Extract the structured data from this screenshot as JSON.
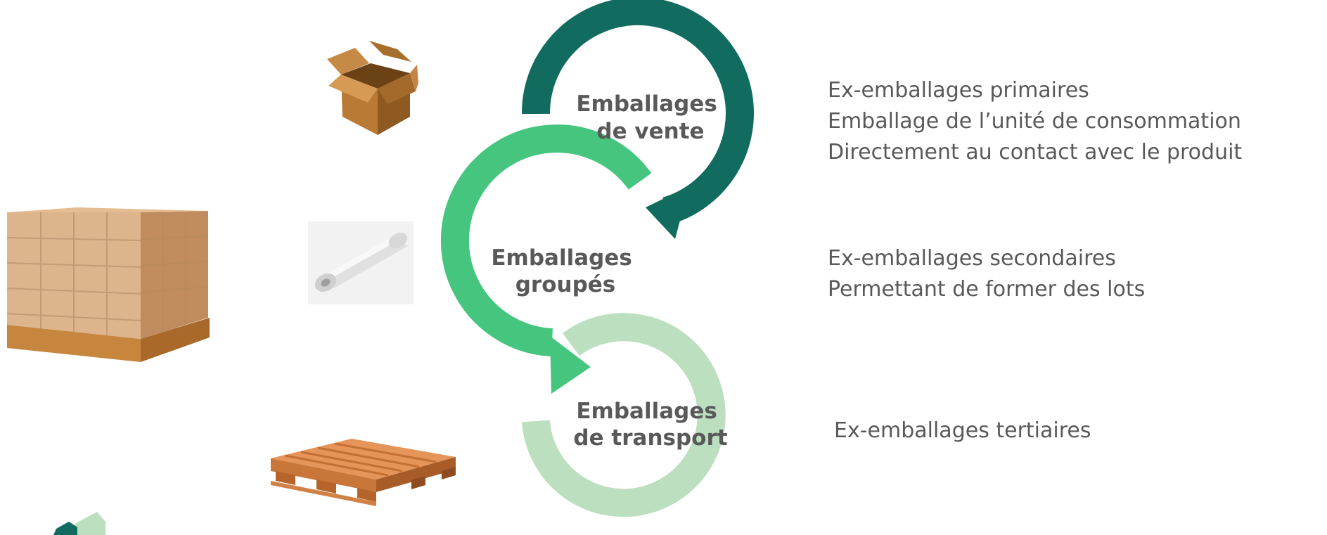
{
  "colors": {
    "ring_vente": "#116b5f",
    "ring_groupes": "#46c57e",
    "ring_transport": "#bcdfbf",
    "label_text": "#595959",
    "desc_text": "#595959"
  },
  "stages": [
    {
      "label_line1": "Emballages",
      "label_line2": "de vente",
      "descriptions": [
        "Ex-emballages primaires",
        "Emballage de l’unité de consommation",
        "Directement au contact avec le produit"
      ]
    },
    {
      "label_line1": "Emballages",
      "label_line2": "groupés",
      "descriptions": [
        "Ex-emballages secondaires",
        "Permettant de former des lots"
      ]
    },
    {
      "label_line1": "Emballages",
      "label_line2": "de transport",
      "descriptions": [
        "Ex-emballages tertiaires"
      ]
    }
  ],
  "images": [
    {
      "icon": "cardboard-box-icon"
    },
    {
      "icon": "stretch-film-roll-icon"
    },
    {
      "icon": "wrapped-pallet-icon"
    },
    {
      "icon": "wooden-pallet-icon"
    },
    {
      "icon": "logo-icon"
    }
  ]
}
